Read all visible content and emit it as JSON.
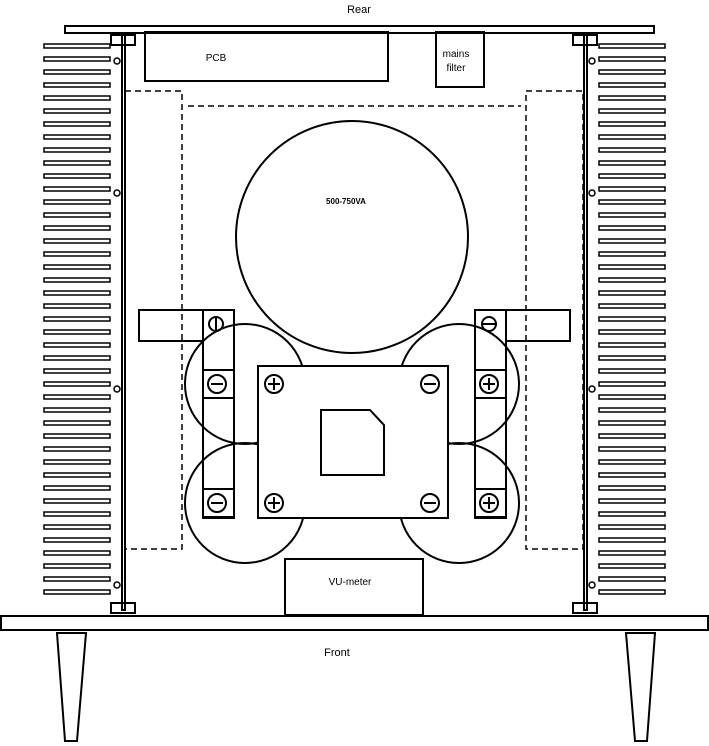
{
  "labels": {
    "rear": "Rear",
    "front": "Front",
    "pcb": "PCB",
    "mains_line1": "mains",
    "mains_line2": "filter",
    "transformer": "500-750VA",
    "vu_meter": "VU-meter"
  },
  "colors": {
    "stroke": "#000000",
    "background": "#ffffff"
  },
  "icons": {
    "plus": "plus-terminal-icon",
    "minus": "minus-terminal-icon"
  }
}
